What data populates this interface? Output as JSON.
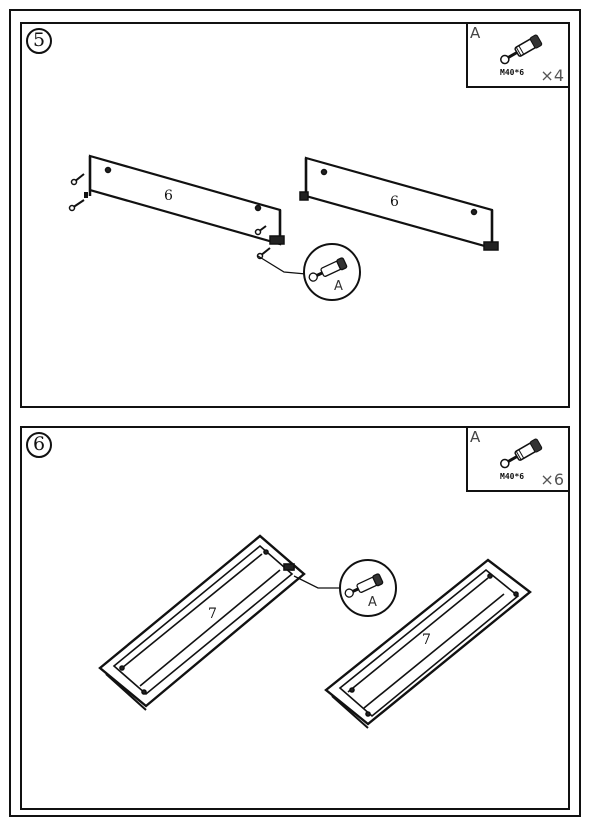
{
  "steps": [
    {
      "number": "5",
      "hardware": {
        "letter": "A",
        "size": "M40*6",
        "quantity": "×4",
        "icon": "cam-bolt-icon"
      },
      "parts": [
        "6",
        "6"
      ],
      "callout": "A"
    },
    {
      "number": "6",
      "hardware": {
        "letter": "A",
        "size": "M40*6",
        "quantity": "×6",
        "icon": "cam-bolt-icon"
      },
      "parts": [
        "7",
        "7"
      ],
      "callout": "A"
    }
  ]
}
